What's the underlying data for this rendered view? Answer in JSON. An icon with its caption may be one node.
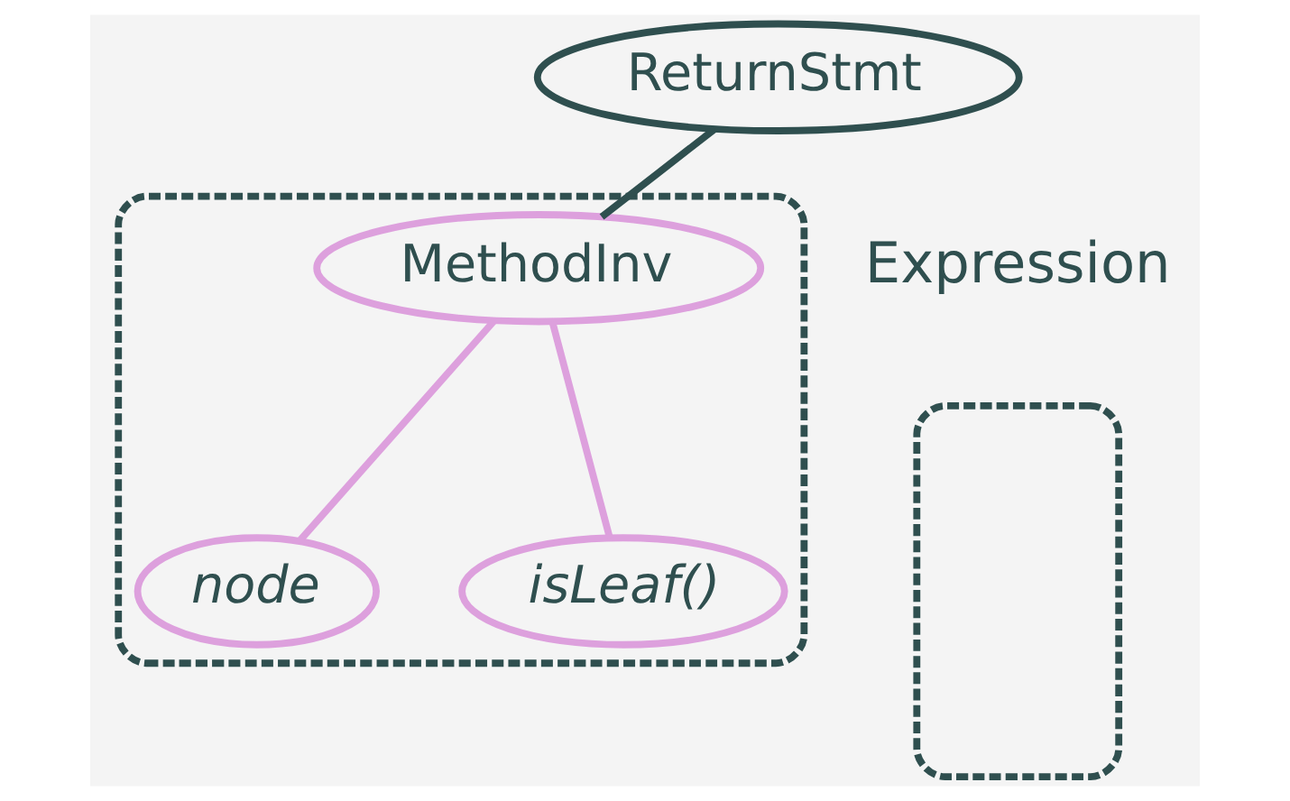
{
  "diagram": {
    "nodes": [
      {
        "text": [
          "ReturnStmt"
        ]
      },
      {
        "text": [],
        "shape": "box"
      },
      {
        "text": [
          "MethodInv"
        ],
        "in": 1
      },
      {
        "text": [
          "node"
        ],
        "in": 1
      },
      {
        "text": [
          "isLeaf()"
        ],
        "in": 1
      },
      {
        "text": [],
        "shape": "box"
      }
    ],
    "edges": [
      {
        "from": 0,
        "to": 2,
        "arrow": "none",
        "color": "#2f4f4f"
      },
      {
        "from": 2,
        "to": 3,
        "arrow": "none"
      },
      {
        "from": 2,
        "to": 4,
        "arrow": "none"
      }
    ],
    "labels": [
      "Expression"
    ]
  }
}
